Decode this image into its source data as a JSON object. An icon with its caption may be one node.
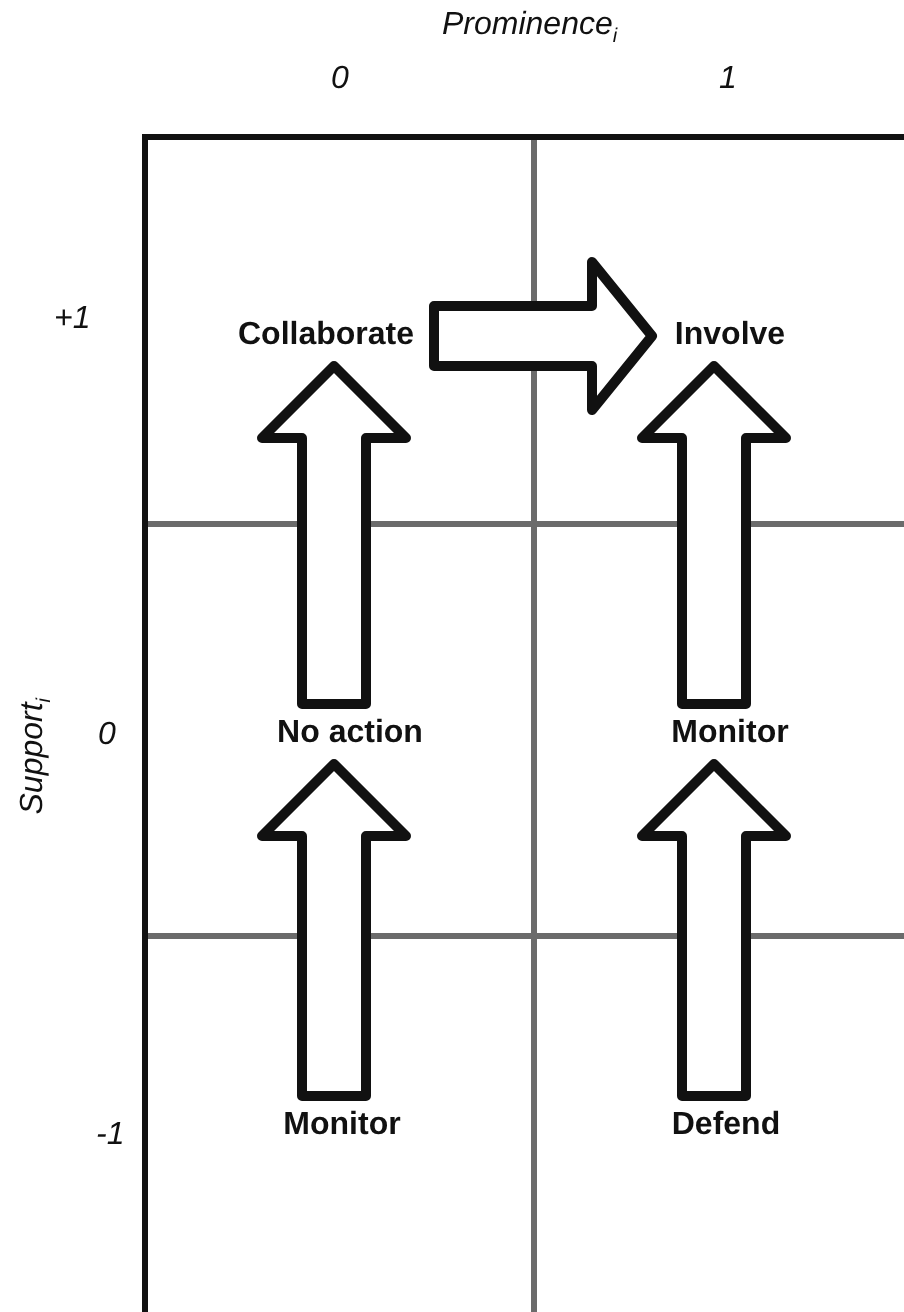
{
  "diagram": {
    "nodes": [
      {
        "text": [
          "Collaborate"
        ]
      },
      {
        "text": [
          "Involve"
        ]
      },
      {
        "text": [
          "No action"
        ]
      },
      {
        "text": [
          "Monitor"
        ]
      },
      {
        "text": [
          "Monitor"
        ]
      },
      {
        "text": [
          "Defend"
        ]
      }
    ],
    "edges": [
      {
        "from": 0,
        "to": 1,
        "arrow": "to"
      },
      {
        "from": 2,
        "to": 0,
        "arrow": "to"
      },
      {
        "from": 3,
        "to": 1,
        "arrow": "to"
      },
      {
        "from": 4,
        "to": 2,
        "arrow": "to"
      },
      {
        "from": 5,
        "to": 3,
        "arrow": "to"
      }
    ],
    "labels": [
      "Prominence$_{i}$",
      "0",
      "1",
      "+1",
      "Support$_{i}$",
      "0",
      "-1"
    ]
  }
}
